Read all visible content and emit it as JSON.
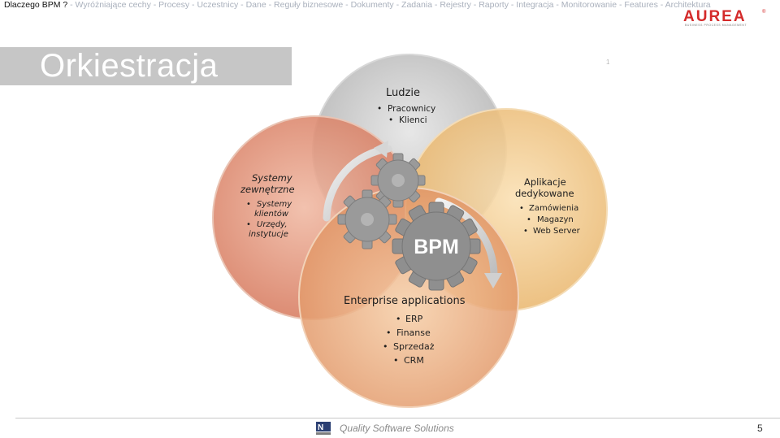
{
  "breadcrumb": {
    "active": "Dlaczego BPM ?",
    "items": [
      "Wyróżniające cechy",
      "Procesy",
      "Uczestnicy",
      "Dane",
      "Reguły biznesowe",
      "Dokumenty",
      "Zadania",
      "Rejestry",
      "Raporty",
      "Integracja",
      "Monitorowanie",
      "Features",
      "Architektura"
    ],
    "separator": " - "
  },
  "logo": {
    "text": "AUREA",
    "tagline": "BUSINESS PROCESS MANAGEMENT",
    "registered": "®",
    "color": "#d42a2a"
  },
  "slide": {
    "title": "Orkiestracja",
    "stray_mark": "1"
  },
  "diagram": {
    "people": {
      "title": "Ludzie",
      "items": [
        "Pracownicy",
        "Klienci"
      ]
    },
    "external": {
      "title_line1": "Systemy",
      "title_line2": "zewnętrzne",
      "items": [
        "Systemy klientów",
        "Urzędy, instytucje"
      ],
      "item_lines": [
        [
          "Systemy",
          "klientów"
        ],
        [
          "Urzędy,",
          "instytucje"
        ]
      ]
    },
    "dedicated": {
      "title_line1": "Aplikacje",
      "title_line2": "dedykowane",
      "items": [
        "Zamówienia",
        "Magazyn",
        "Web Server"
      ]
    },
    "enterprise": {
      "title": "Enterprise applications",
      "items": [
        "ERP",
        "Finanse",
        "Sprzedaż",
        "CRM"
      ]
    },
    "center": {
      "label": "BPM"
    },
    "colors": {
      "people": "#b9b9b9",
      "external": "#d98a6e",
      "dedicated": "#edc27e",
      "enterprise": "#e49a5c",
      "gear": "#8f8f8f"
    }
  },
  "footer": {
    "company": "Quality Software Solutions",
    "page": "5"
  }
}
